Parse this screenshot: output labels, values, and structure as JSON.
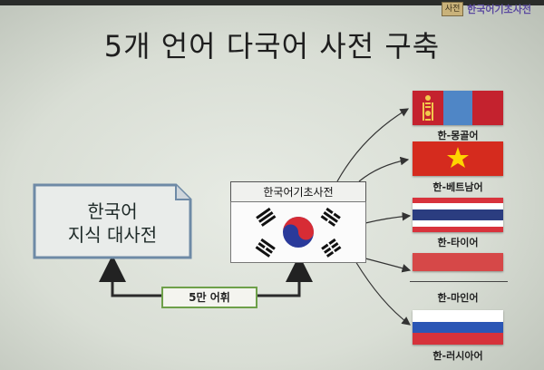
{
  "brand": {
    "logo_text": "사전",
    "text": "한국어기초사전"
  },
  "title": "5개 언어 다국어 사전 구축",
  "source": {
    "line1": "한국어",
    "line2": "지식 대사전"
  },
  "center": {
    "label": "한국어기초사전",
    "flag_icon": "south-korea-flag-icon"
  },
  "badge": "5만 어휘",
  "targets": [
    {
      "label": "한-몽골어",
      "flag_icon": "mongolia-flag-icon",
      "colors": [
        "#c4222e",
        "#1f5fa3",
        "#f2c94c"
      ]
    },
    {
      "label": "한-베트남어",
      "flag_icon": "vietnam-flag-icon",
      "colors": [
        "#d52b1e",
        "#ffd400"
      ]
    },
    {
      "label": "한-타이어",
      "flag_icon": "thailand-flag-icon",
      "colors": [
        "#d8333c",
        "#ffffff",
        "#2b3d80"
      ]
    },
    {
      "label": "한-마인어",
      "flag_icon": "malaysia-flag-icon",
      "colors": [
        "#d64848"
      ]
    },
    {
      "label": "한-러시아어",
      "flag_icon": "russia-flag-icon",
      "colors": [
        "#ffffff",
        "#2b56b5",
        "#d6323b"
      ]
    }
  ]
}
